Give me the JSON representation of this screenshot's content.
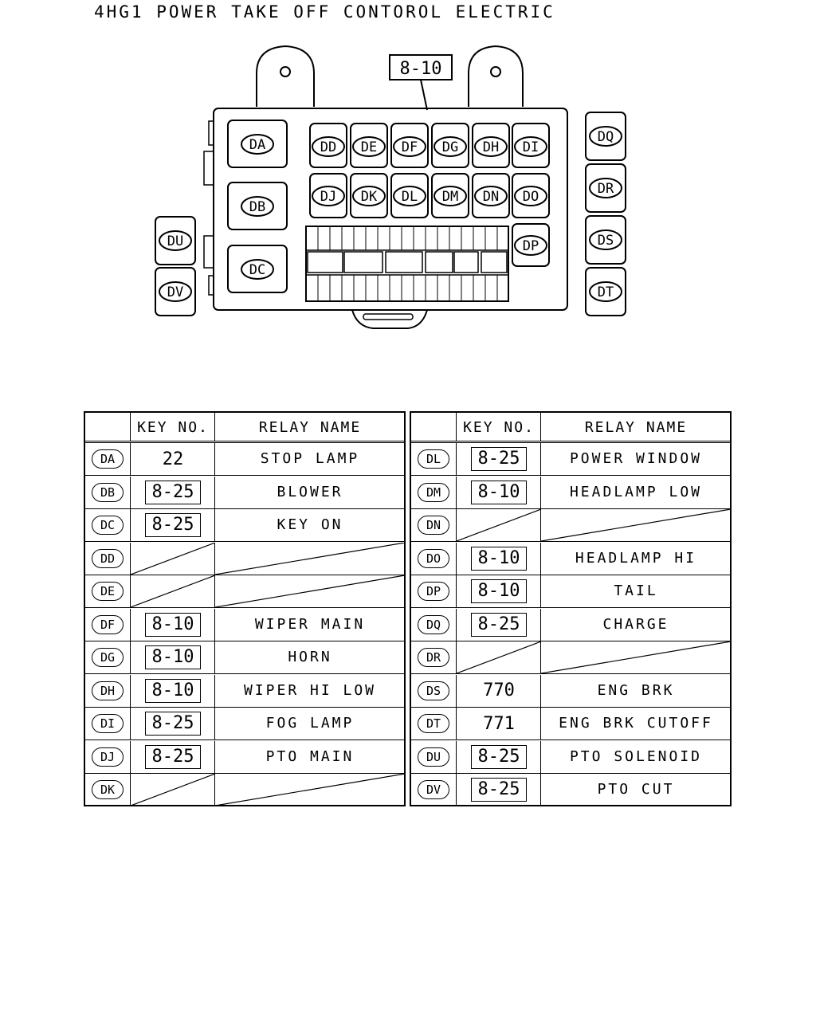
{
  "title": "4HG1 POWER TAKE OFF CONTOROL ELECTRIC",
  "diagram": {
    "callout": "8-10",
    "relays_main": [
      "DA",
      "DB",
      "DC"
    ],
    "relays_row1": [
      "DD",
      "DE",
      "DF",
      "DG",
      "DH",
      "DI"
    ],
    "relays_row2": [
      "DJ",
      "DK",
      "DL",
      "DM",
      "DN",
      "DO"
    ],
    "relay_dp": "DP",
    "relays_right": [
      "DQ",
      "DR",
      "DS",
      "DT"
    ],
    "relays_left": [
      "DU",
      "DV"
    ]
  },
  "table_left": {
    "header": {
      "key": "KEY NO.",
      "name": "RELAY NAME"
    },
    "rows": [
      {
        "id": "DA",
        "key": "22",
        "boxed": false,
        "name": "STOP LAMP"
      },
      {
        "id": "DB",
        "key": "8-25",
        "boxed": true,
        "name": "BLOWER"
      },
      {
        "id": "DC",
        "key": "8-25",
        "boxed": true,
        "name": "KEY ON"
      },
      {
        "id": "DD",
        "key": "",
        "boxed": false,
        "name": ""
      },
      {
        "id": "DE",
        "key": "",
        "boxed": false,
        "name": ""
      },
      {
        "id": "DF",
        "key": "8-10",
        "boxed": true,
        "name": "WIPER MAIN"
      },
      {
        "id": "DG",
        "key": "8-10",
        "boxed": true,
        "name": "HORN"
      },
      {
        "id": "DH",
        "key": "8-10",
        "boxed": true,
        "name": "WIPER HI LOW"
      },
      {
        "id": "DI",
        "key": "8-25",
        "boxed": true,
        "name": "FOG LAMP"
      },
      {
        "id": "DJ",
        "key": "8-25",
        "boxed": true,
        "name": "PTO MAIN"
      },
      {
        "id": "DK",
        "key": "",
        "boxed": false,
        "name": ""
      }
    ]
  },
  "table_right": {
    "header": {
      "key": "KEY NO.",
      "name": "RELAY NAME"
    },
    "rows": [
      {
        "id": "DL",
        "key": "8-25",
        "boxed": true,
        "name": "POWER WINDOW"
      },
      {
        "id": "DM",
        "key": "8-10",
        "boxed": true,
        "name": "HEADLAMP LOW"
      },
      {
        "id": "DN",
        "key": "",
        "boxed": false,
        "name": ""
      },
      {
        "id": "DO",
        "key": "8-10",
        "boxed": true,
        "name": "HEADLAMP HI"
      },
      {
        "id": "DP",
        "key": "8-10",
        "boxed": true,
        "name": "TAIL"
      },
      {
        "id": "DQ",
        "key": "8-25",
        "boxed": true,
        "name": "CHARGE"
      },
      {
        "id": "DR",
        "key": "",
        "boxed": false,
        "name": ""
      },
      {
        "id": "DS",
        "key": "770",
        "boxed": false,
        "name": "ENG BRK"
      },
      {
        "id": "DT",
        "key": "771",
        "boxed": false,
        "name": "ENG BRK CUTOFF"
      },
      {
        "id": "DU",
        "key": "8-25",
        "boxed": true,
        "name": "PTO SOLENOID"
      },
      {
        "id": "DV",
        "key": "8-25",
        "boxed": true,
        "name": "PTO CUT"
      }
    ]
  }
}
